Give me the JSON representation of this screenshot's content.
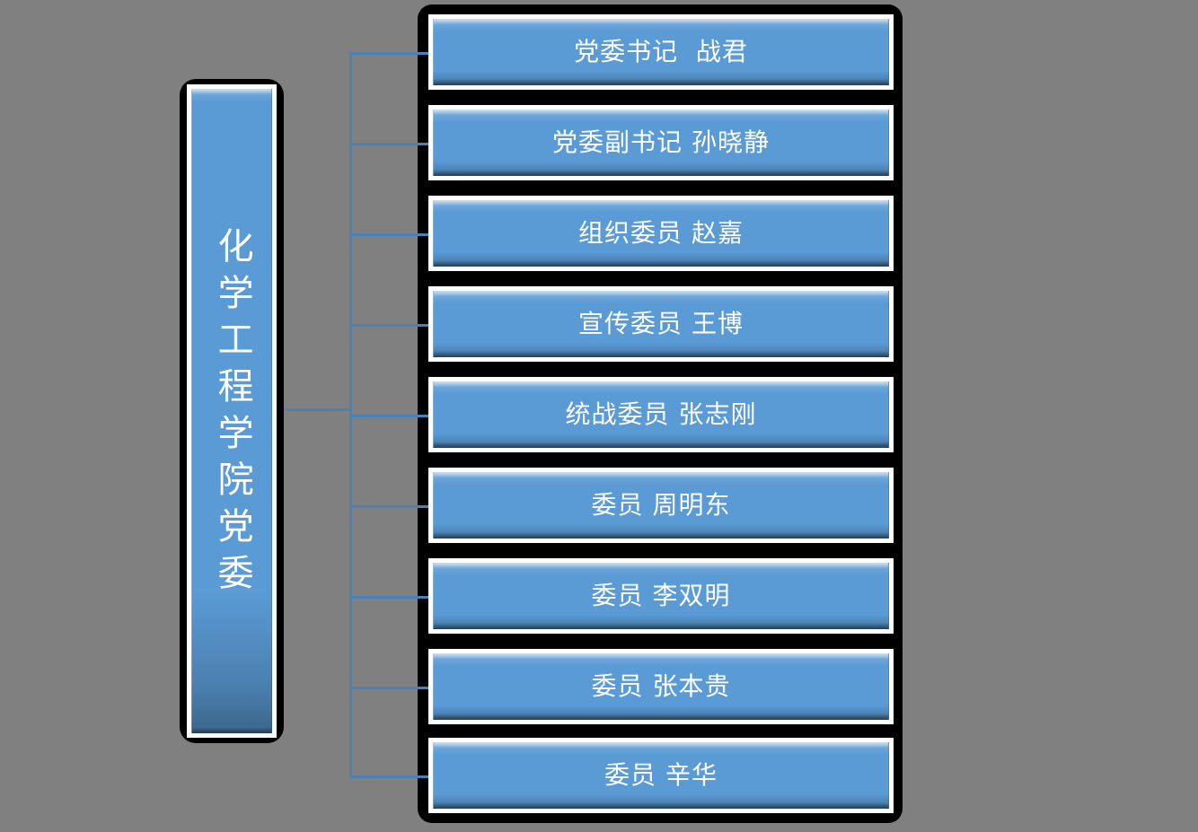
{
  "background_color": "#808080",
  "connector_color": "#4A82B8",
  "node_fill_color": "#5B9BD5",
  "node_border_color": "#FFFFFF",
  "node_plate_color": "#000000",
  "text_color": "#FFFFFF",
  "chart_data": {
    "type": "diagram",
    "title": "化学工程学院党委",
    "layout": "org-chart-left-root-right-children",
    "root": {
      "label": "化学工程学院党委"
    },
    "children": [
      {
        "title": "党委书记",
        "name": "战君",
        "label": "党委书记  战君"
      },
      {
        "title": "党委副书记",
        "name": "孙晓静",
        "label": "党委副书记 孙晓静"
      },
      {
        "title": "组织委员",
        "name": "赵嘉",
        "label": "组织委员 赵嘉"
      },
      {
        "title": "宣传委员",
        "name": "王博",
        "label": "宣传委员 王博"
      },
      {
        "title": "统战委员",
        "name": "张志刚",
        "label": "统战委员 张志刚"
      },
      {
        "title": "委员",
        "name": "周明东",
        "label": "委员 周明东"
      },
      {
        "title": "委员",
        "name": "李双明",
        "label": "委员 李双明"
      },
      {
        "title": "委员",
        "name": "张本贵",
        "label": "委员 张本贵"
      },
      {
        "title": "委员",
        "name": "辛华",
        "label": "委员 辛华"
      }
    ]
  },
  "root": {
    "label": "化学工程学院党委"
  },
  "children": [
    {
      "label": "党委书记  战君"
    },
    {
      "label": "党委副书记 孙晓静"
    },
    {
      "label": "组织委员 赵嘉"
    },
    {
      "label": "宣传委员 王博"
    },
    {
      "label": "统战委员 张志刚"
    },
    {
      "label": "委员 周明东"
    },
    {
      "label": "委员 李双明"
    },
    {
      "label": "委员 张本贵"
    },
    {
      "label": "委员 辛华"
    }
  ]
}
